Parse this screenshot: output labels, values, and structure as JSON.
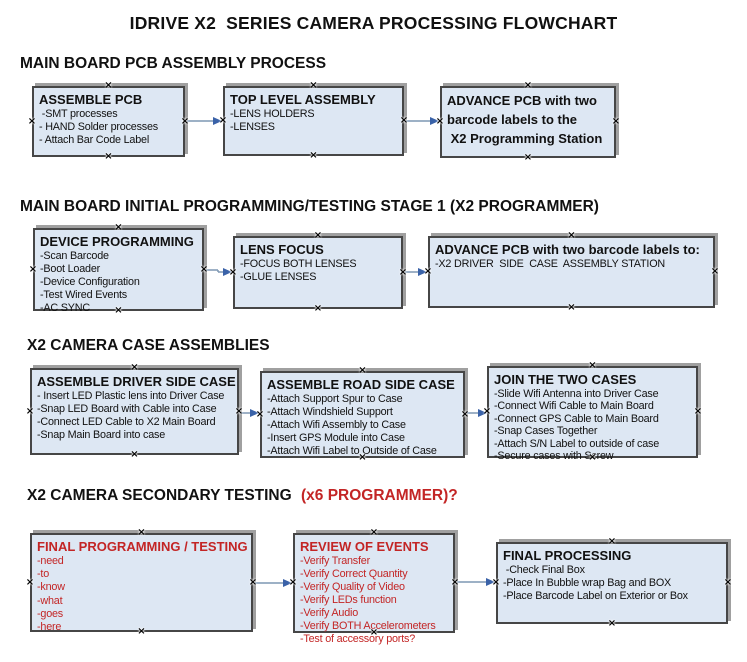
{
  "title": "IDRIVE X2  SERIES CAMERA PROCESSING FLOWCHART",
  "colors": {
    "box_fill": "#dde7f3",
    "box_border": "#464646",
    "box_shadow": "#a0a0a0",
    "arrow_line": "#7d97b3",
    "arrow_head": "#3a62a8",
    "red": "#c32525",
    "text": "#111111"
  },
  "handles": {
    "glyph": "×"
  },
  "sections": [
    {
      "heading": "MAIN BOARD PCB ASSEMBLY PROCESS",
      "boxes": [
        {
          "title": "ASSEMBLE PCB",
          "items": [
            " -SMT processes",
            "- HAND Solder processes",
            "- Attach Bar Code Label"
          ]
        },
        {
          "title": "TOP LEVEL ASSEMBLY",
          "items": [
            "-LENS HOLDERS",
            "-LENSES"
          ]
        },
        {
          "title": "ADVANCE PCB with two\nbarcode labels to the\n X2 Programming Station",
          "items": []
        }
      ]
    },
    {
      "heading": "MAIN BOARD INITIAL PROGRAMMING/TESTING STAGE 1 (X2 PROGRAMMER)",
      "boxes": [
        {
          "title": "DEVICE PROGRAMMING",
          "items": [
            "-Scan Barcode",
            "-Boot Loader",
            "-Device Configuration",
            "-Test Wired Events",
            "-AC SYNC"
          ]
        },
        {
          "title": "LENS FOCUS",
          "items": [
            "-FOCUS BOTH LENSES",
            "-GLUE LENSES"
          ]
        },
        {
          "title": "ADVANCE PCB with two barcode labels to:",
          "items": [
            "-X2 DRIVER  SIDE  CASE  ASSEMBLY STATION"
          ]
        }
      ]
    },
    {
      "heading": "X2 CAMERA CASE ASSEMBLIES",
      "boxes": [
        {
          "title": "ASSEMBLE DRIVER SIDE CASE",
          "items": [
            "- Insert LED Plastic lens into Driver Case",
            "-Snap LED Board with Cable into Case",
            "-Connect LED Cable to X2 Main Board",
            "-Snap Main Board into case"
          ]
        },
        {
          "title": "ASSEMBLE ROAD SIDE CASE",
          "items": [
            "-Attach Support Spur to Case",
            "-Attach Windshield Support",
            "-Attach Wifi Assembly to Case",
            "-Insert GPS Module into Case",
            "-Attach Wifi Label to Outside of Case"
          ]
        },
        {
          "title": "JOIN THE TWO CASES",
          "items": [
            "-Slide Wifi Antenna into Driver Case",
            "-Connect Wifi Cable to Main Board",
            "-Connect GPS Cable to Main Board",
            "-Snap Cases Together",
            "-Attach S/N Label to outside of case",
            "-Secure cases with Screw"
          ]
        }
      ]
    },
    {
      "heading": "X2 CAMERA SECONDARY TESTING ",
      "heading_suffix": "(x6 PROGRAMMER)?",
      "boxes": [
        {
          "title": "FINAL PROGRAMMING / TESTING",
          "items": [
            "-need",
            "-to",
            "-know",
            "-what",
            "-goes",
            "-here"
          ]
        },
        {
          "title": "REVIEW OF EVENTS",
          "items": [
            "-Verify Transfer",
            "-Verify Correct Quantity",
            "-Verify Quality of Video",
            "-Verify LEDs function",
            "-Verify Audio",
            "-Verify BOTH Accelerometers",
            "-Test of accessory ports?"
          ]
        },
        {
          "title": "FINAL PROCESSING",
          "items": [
            " -Check Final Box",
            "-Place In Bubble wrap Bag and BOX",
            "-Place Barcode Label on Exterior or Box"
          ]
        }
      ]
    }
  ]
}
